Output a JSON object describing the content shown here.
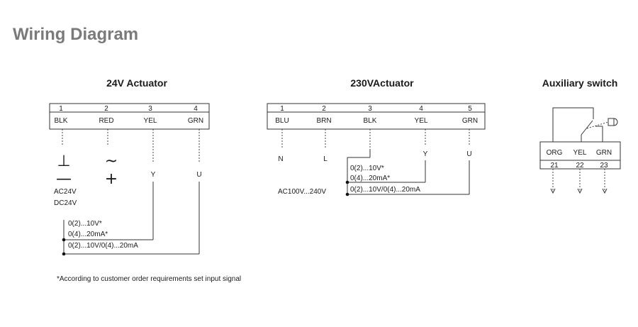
{
  "title": "Wiring Diagram",
  "footnote": "*According to customer order requirements set input signal",
  "actuator24": {
    "heading": "24V Actuator",
    "terminals": [
      {
        "num": "1",
        "color": "BLK"
      },
      {
        "num": "2",
        "color": "RED"
      },
      {
        "num": "3",
        "color": "YEL"
      },
      {
        "num": "4",
        "color": "GRN"
      }
    ],
    "ground_symbol": "⊥",
    "ac_symbol": "~",
    "plus_symbol": "+",
    "minus_symbol": "—",
    "y_label": "Y",
    "u_label": "U",
    "supply_ac": "AC24V",
    "supply_dc": "DC24V",
    "signals": [
      "0(2)...10V*",
      "0(4)...20mA*",
      "0(2)...10V/0(4)...20mA"
    ]
  },
  "actuator230": {
    "heading": "230VActuator",
    "terminals": [
      {
        "num": "1",
        "color": "BLU"
      },
      {
        "num": "2",
        "color": "BRN"
      },
      {
        "num": "3",
        "color": "BLK"
      },
      {
        "num": "4",
        "color": "YEL"
      },
      {
        "num": "5",
        "color": "GRN"
      }
    ],
    "n_label": "N",
    "l_label": "L",
    "y_label": "Y",
    "u_label": "U",
    "supply": "AC100V...240V",
    "signals": [
      "0(2)...10V*",
      "0(4)...20mA*",
      "0(2)...10V/0(4)...20mA"
    ]
  },
  "aux": {
    "heading": "Auxiliary switch",
    "terminals": [
      {
        "num": "21",
        "color": "ORG"
      },
      {
        "num": "22",
        "color": "YEL"
      },
      {
        "num": "23",
        "color": "GRN"
      }
    ]
  }
}
